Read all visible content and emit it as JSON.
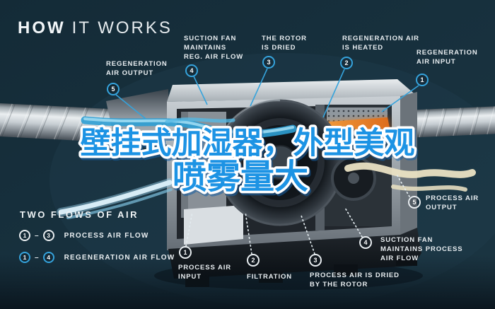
{
  "title": {
    "strong": "HOW",
    "rest": "IT WORKS"
  },
  "overlay": {
    "line1": "壁挂式加湿器，外型美观",
    "line2": "喷雾量大"
  },
  "callouts": {
    "regeneration": [
      {
        "num": "1",
        "label": "REGENERATION\nAIR INPUT"
      },
      {
        "num": "2",
        "label": "REGENERATION AIR\nIS HEATED"
      },
      {
        "num": "3",
        "label": "THE ROTOR\nIS DRIED"
      },
      {
        "num": "4",
        "label": "SUCTION FAN\nMAINTAINS\nREG. AIR FLOW"
      },
      {
        "num": "5",
        "label": "REGENERATION\nAIR OUTPUT"
      }
    ],
    "process": [
      {
        "num": "1",
        "label": "PROCESS AIR\nINPUT"
      },
      {
        "num": "2",
        "label": "FILTRATION"
      },
      {
        "num": "3",
        "label": "PROCESS AIR IS DRIED\nBY THE ROTOR"
      },
      {
        "num": "4",
        "label": "SUCTION FAN\nMAINTAINS PROCESS\nAIR FLOW"
      },
      {
        "num": "5",
        "label": "PROCESS AIR\nOUTPUT"
      }
    ]
  },
  "legend": {
    "heading": "TWO FLOWS OF AIR",
    "rows": [
      {
        "from": "1",
        "dash": "–",
        "to": "3",
        "label": "PROCESS AIR FLOW",
        "variant": "process"
      },
      {
        "from": "1",
        "dash": "–",
        "to": "4",
        "label": "REGENERATION AIR FLOW",
        "variant": "regeneration"
      }
    ]
  },
  "colors": {
    "background": "#17303d",
    "accent_blue": "#35a3dc",
    "overlay_text_blue": "#1f93e4",
    "overlay_outline": "#ffffff",
    "label_text": "#e9eef1",
    "heater_orange": "#e8832c",
    "duct_metal": "#c6cdd2",
    "cream_ribbon": "#eae2c3"
  }
}
